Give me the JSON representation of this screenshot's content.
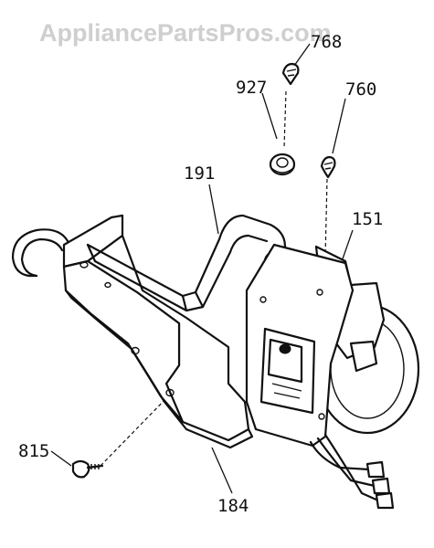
{
  "watermark": "AppliancePartsPros.com",
  "callouts": {
    "p768": "768",
    "p927": "927",
    "p760": "760",
    "p191": "191",
    "p151": "151",
    "p815": "815",
    "p184": "184"
  }
}
